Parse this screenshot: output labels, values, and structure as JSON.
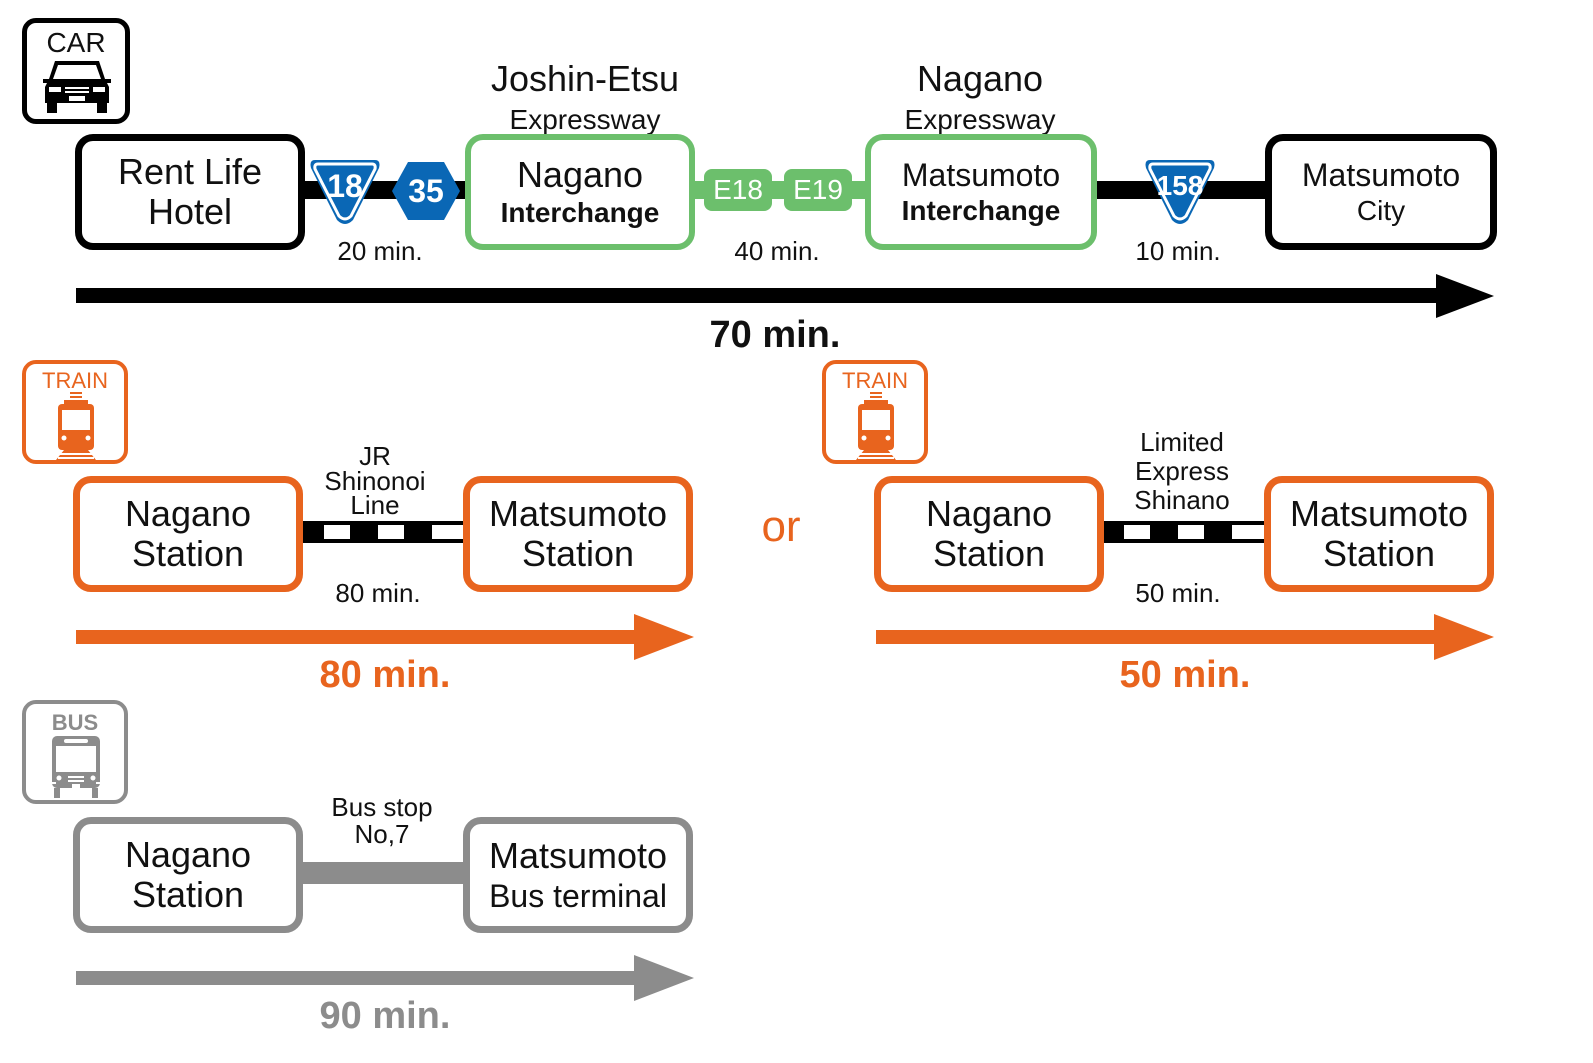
{
  "colors": {
    "car": "#000000",
    "expressway": "#6cbf6c",
    "route_badge": "#0a67b5",
    "train": "#e8641e",
    "bus": "#8c8c8c"
  },
  "car": {
    "icon_label": "CAR",
    "icon": "car-icon",
    "stops": [
      {
        "line1": "Rent Life",
        "line2": "Hotel"
      },
      {
        "line1": "Nagano",
        "line2": "Interchange"
      },
      {
        "line1": "Matsumoto",
        "line2": "Interchange"
      },
      {
        "line1": "Matsumoto",
        "line2": "City"
      }
    ],
    "expressways": [
      {
        "line1": "Joshin-Etsu",
        "line2": "Expressway"
      },
      {
        "line1": "Nagano",
        "line2": "Expressway"
      }
    ],
    "route_badges": [
      "18",
      "35",
      "E18",
      "E19",
      "158"
    ],
    "segment_times": [
      "20 min.",
      "40 min.",
      "10 min."
    ],
    "total": "70 min."
  },
  "train_local": {
    "icon_label": "TRAIN",
    "icon": "train-icon",
    "from": {
      "line1": "Nagano",
      "line2": "Station"
    },
    "to": {
      "line1": "Matsumoto",
      "line2": "Station"
    },
    "line_name": [
      "JR",
      "Shinonoi",
      "Line"
    ],
    "segment_time": "80 min.",
    "total": "80 min."
  },
  "separator": "or",
  "train_express": {
    "icon_label": "TRAIN",
    "icon": "train-icon",
    "from": {
      "line1": "Nagano",
      "line2": "Station"
    },
    "to": {
      "line1": "Matsumoto",
      "line2": "Station"
    },
    "line_name": [
      "Limited",
      "Express",
      "Shinano"
    ],
    "segment_time": "50 min.",
    "total": "50 min."
  },
  "bus": {
    "icon_label": "BUS",
    "icon": "bus-icon",
    "from": {
      "line1": "Nagano",
      "line2": "Station"
    },
    "to": {
      "line1": "Matsumoto",
      "line2": "Bus terminal"
    },
    "stop_name": [
      "Bus stop",
      "No,7"
    ],
    "total": "90 min."
  }
}
